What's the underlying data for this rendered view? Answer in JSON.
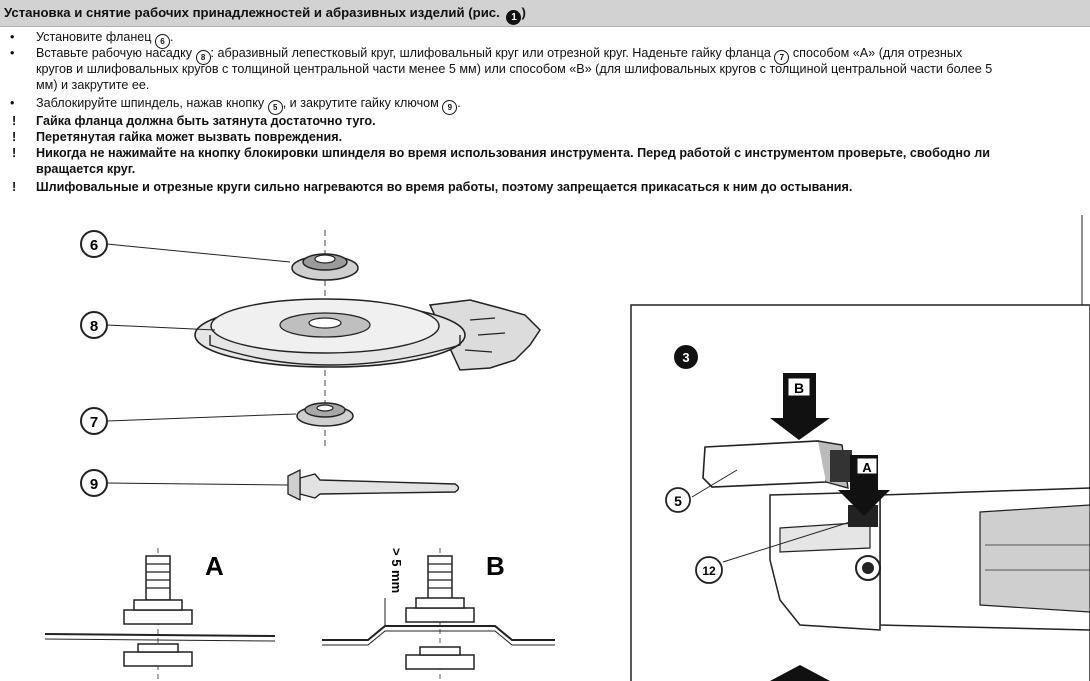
{
  "header": {
    "title": "Установка и снятие рабочих принадлежностей и абразивных изделий (рис.",
    "fig_ref": "1",
    "close_paren": ")"
  },
  "steps": [
    {
      "bullet": "•",
      "parts": [
        "Установите фланец",
        "6",
        "."
      ]
    },
    {
      "bullet": "•",
      "parts": [
        "Вставьте рабочую насадку",
        "8",
        ": абразивный лепестковый круг, шлифовальный круг или отрезной круг. Наденьте гайку фланца",
        "7",
        "способом «A» (для отрезных"
      ],
      "cont1": "кругов и шлифовальных кругов с толщиной центральной части менее 5 мм) или способом «B» (для шлифовальных кругов с толщиной центральной части более 5",
      "cont2": "мм) и закрутите ее."
    },
    {
      "bullet": "•",
      "parts": [
        "Заблокируйте шпиндель, нажав кнопку",
        "5",
        ", и закрутите гайку ключом",
        "9",
        "."
      ]
    }
  ],
  "warnings": [
    {
      "mark": "!",
      "text": "Гайка фланца должна быть затянута достаточно туго."
    },
    {
      "mark": "!",
      "text": "Перетянутая гайка может вызвать повреждения."
    },
    {
      "mark": "!",
      "text": "Никогда не нажимайте на кнопку блокировки шпинделя во время использования инструмента. Перед работой с инструментом проверьте, свободно ли",
      "cont": "вращается круг."
    },
    {
      "mark": "!",
      "text": "Шлифовальные и отрезные круги сильно нагреваются во время работы, поэтому запрещается прикасаться к ним до остывания."
    }
  ],
  "figure_left": {
    "callouts": [
      "6",
      "8",
      "7",
      "9"
    ],
    "method_a": "A",
    "method_b": "B",
    "dimension": "> 5 mm"
  },
  "figure_right": {
    "fig_number": "3",
    "arrow_b": "B",
    "arrow_a": "A",
    "callout_button": "5",
    "callout_lock": "12"
  }
}
